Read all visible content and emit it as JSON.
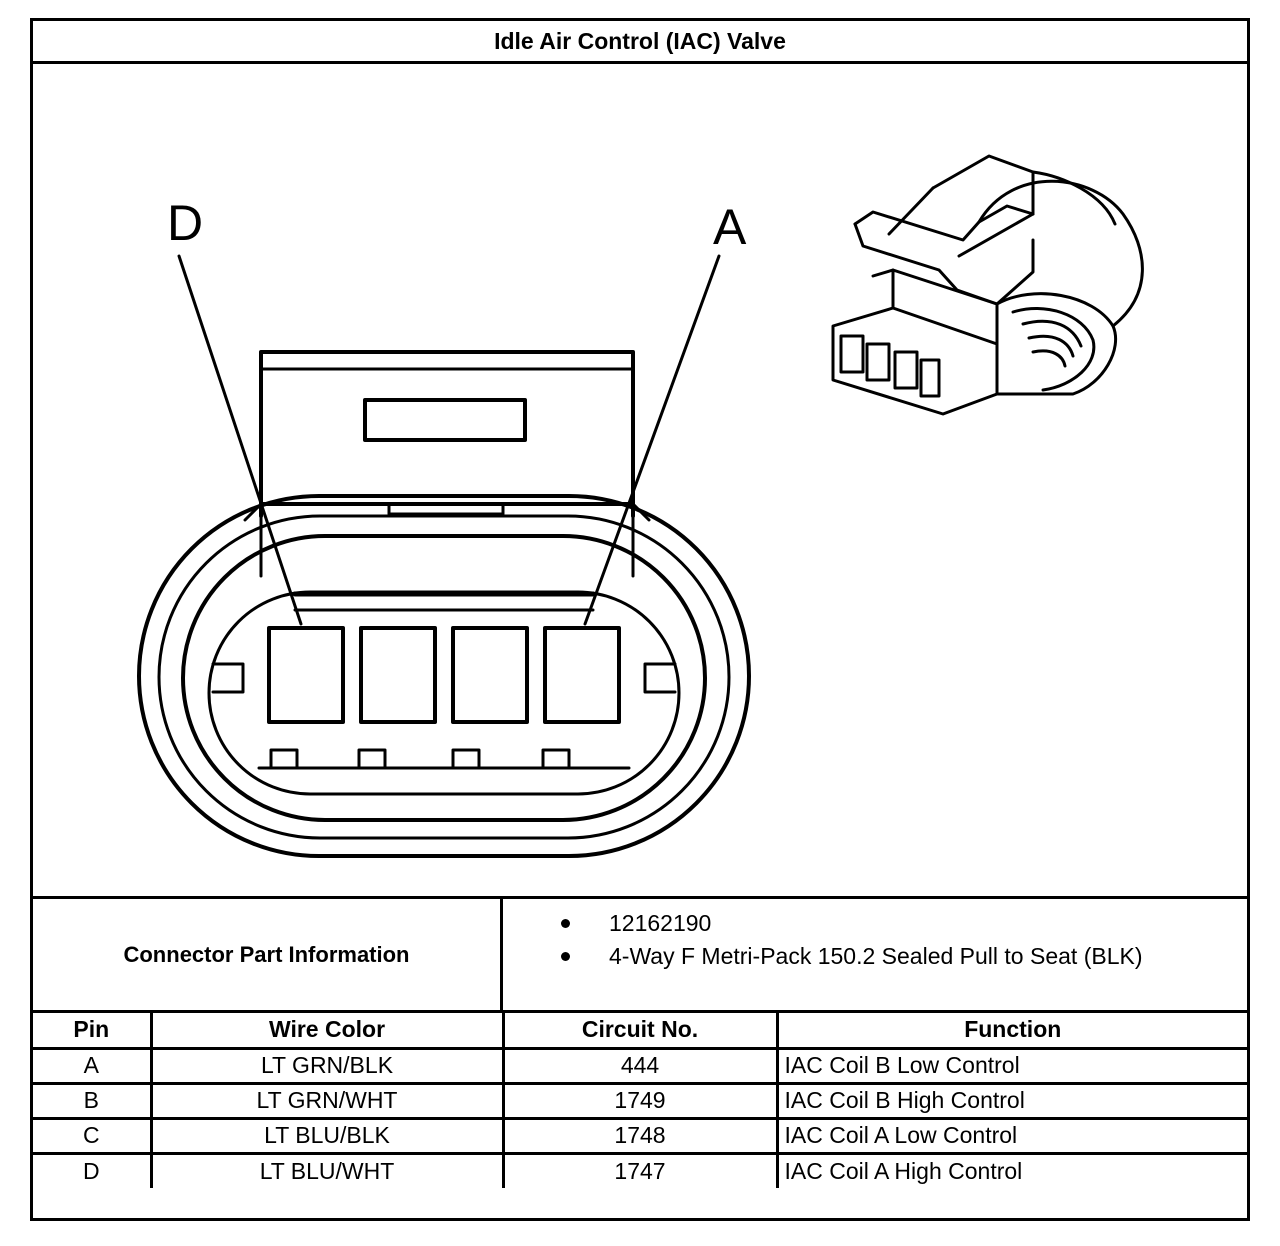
{
  "title": "Idle Air Control (IAC) Valve",
  "diagram": {
    "callout_left": "D",
    "callout_right": "A"
  },
  "part_info": {
    "label": "Connector Part Information",
    "items": [
      "12162190",
      "4-Way F Metri-Pack 150.2 Sealed Pull to Seat (BLK)"
    ]
  },
  "table": {
    "headers": [
      "Pin",
      "Wire Color",
      "Circuit No.",
      "Function"
    ],
    "rows": [
      [
        "A",
        "LT GRN/BLK",
        "444",
        "IAC Coil B Low Control"
      ],
      [
        "B",
        "LT GRN/WHT",
        "1749",
        "IAC Coil B High Control"
      ],
      [
        "C",
        "LT BLU/BLK",
        "1748",
        "IAC Coil A Low Control"
      ],
      [
        "D",
        "LT BLU/WHT",
        "1747",
        "IAC Coil A High Control"
      ]
    ]
  }
}
